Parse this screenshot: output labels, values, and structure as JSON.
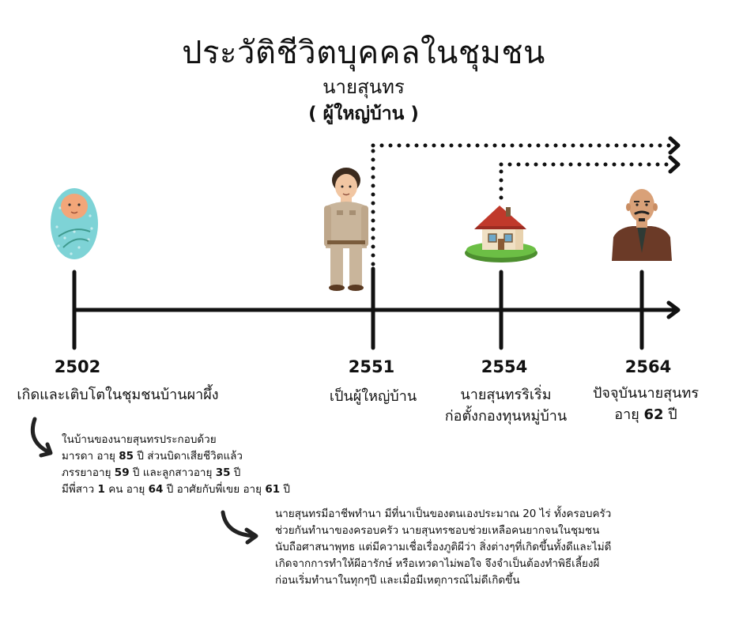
{
  "title": "ประวัติชีวิตบุคคลในชุมชน",
  "subtitle": "นายสุนทร",
  "role": "( ผู้ใหญ่บ้าน )",
  "timeline": [
    {
      "year": "2502",
      "event": "เกิดและเติบโตในชุมชนบ้านผาผึ้ง",
      "icon": "baby-icon"
    },
    {
      "year": "2551",
      "event": "เป็นผู้ใหญ่บ้าน",
      "icon": "village-headman-icon"
    },
    {
      "year": "2554",
      "event_line1": "นายสุนทรริเริ่ม",
      "event_line2": "ก่อตั้งกองทุนหมู่บ้าน",
      "icon": "house-icon"
    },
    {
      "year": "2564",
      "event_line1": "ปัจจุบันนายสุนทร",
      "event_line2_pre": "อายุ ",
      "event_line2_num": "62",
      "event_line2_post": " ปี",
      "icon": "old-man-icon"
    }
  ],
  "note1": {
    "line1": "ในบ้านของนายสุนทรประกอบด้วย",
    "line2_a": "มารดา อายุ ",
    "line2_b": "85",
    "line2_c": " ปี ส่วนบิดาเสียชีวิตแล้ว",
    "line3_a": "ภรรยาอายุ ",
    "line3_b": "59",
    "line3_c": " ปี และลูกสาวอายุ ",
    "line3_d": "35",
    "line3_e": " ปี",
    "line4_a": "มีพี่สาว ",
    "line4_b": "1",
    "line4_c": " คน อายุ ",
    "line4_d": "64",
    "line4_e": " ปี อาศัยกับพี่เขย อายุ ",
    "line4_f": "61",
    "line4_g": " ปี"
  },
  "note2": {
    "line1": "นายสุนทรมีอาชีพทำนา มีที่นาเป็นของตนเองประมาณ 20 ไร่ ทั้งครอบครัว",
    "line2": "ช่วยกันทำนาของครอบครัว นายสุนทรชอบช่วยเหลือคนยากจนในชุมชน",
    "line3": "นับถือศาสนาพุทธ แต่มีความเชื่อเรื่องภูติผีว่า สิ่งต่างๆที่เกิดขึ้นทั้งดีและไม่ดี",
    "line4": "เกิดจากการทำให้ผีอารักษ์ หรือเทวดาไม่พอใจ จึงจำเป็นต้องทำพิธีเลี้ยงผี",
    "line5": "ก่อนเริ่มทำนาในทุกๆปี และเมื่อมีเหตุการณ์ไม่ดีเกิดขึ้น"
  },
  "colors": {
    "line": "#111111",
    "blanket": "#7ed3d6",
    "house_roof": "#c0392b",
    "grass": "#5aa33a",
    "uniform": "#c9b59b"
  }
}
